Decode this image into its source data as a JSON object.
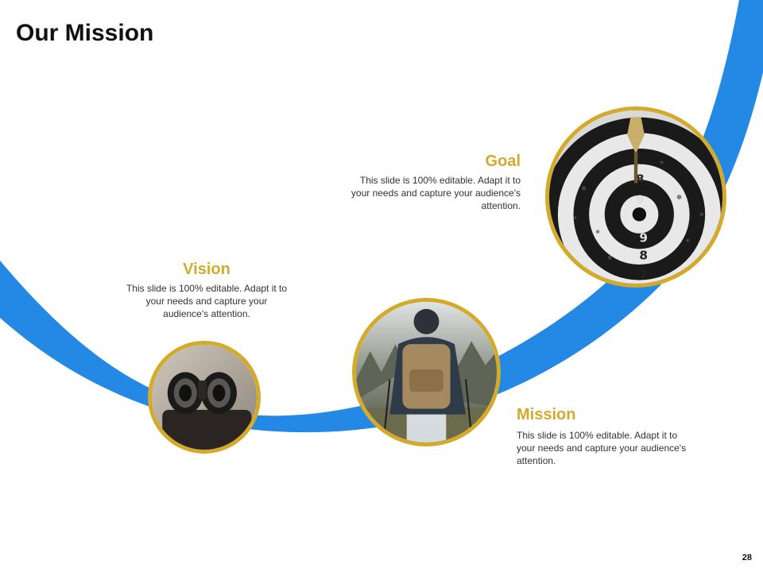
{
  "slide": {
    "title": "Our Mission",
    "page_number": "28",
    "accent_color": "#d4aa2a",
    "arc_color": "#2389e4"
  },
  "items": [
    {
      "heading": "Goal",
      "text": "This slide is 100% editable. Adapt it to your needs and capture your audience's attention.",
      "image": "dartboard-bullseye-photo"
    },
    {
      "heading": "Vision",
      "text": "This slide is 100% editable. Adapt it to your needs and capture your audience's attention.",
      "image": "binoculars-photo"
    },
    {
      "heading": "Mission",
      "text": "This slide is 100% editable. Adapt it to your needs and capture your audience's attention.",
      "image": "hiker-with-backpack-photo"
    }
  ]
}
